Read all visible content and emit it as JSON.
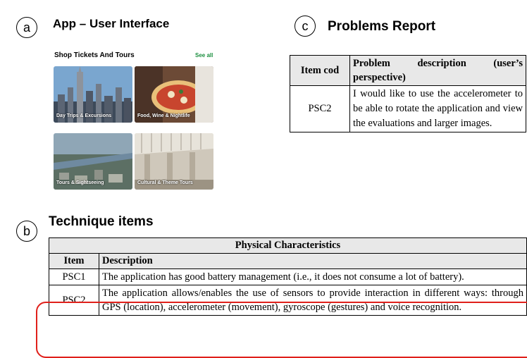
{
  "section_a": {
    "letter": "a",
    "title": "App – User Interface"
  },
  "app": {
    "header": "Shop Tickets And Tours",
    "see_all": "See all",
    "tiles": [
      {
        "label": "Day Trips & Excursions"
      },
      {
        "label": "Food, Wine & Nightlife"
      },
      {
        "label": "Tours & Sightseeing"
      },
      {
        "label": "Cultural & Theme Tours"
      }
    ]
  },
  "section_c": {
    "letter": "c",
    "title": "Problems Report"
  },
  "problems_table": {
    "header_item": "Item cod",
    "header_desc": "Problem description (user’s perspective)",
    "rows": [
      {
        "item": "PSC2",
        "description": "I would like to use the accelerometer to be able to rotate the application and view the evaluations and larger images."
      }
    ]
  },
  "section_b": {
    "letter": "b",
    "title": "Technique items"
  },
  "technique_table": {
    "group_header": "Physical Characteristics",
    "header_item": "Item",
    "header_desc": "Description",
    "rows": [
      {
        "item": "PSC1",
        "description": "The application has good battery management (i.e., it does not consume a lot of battery)."
      },
      {
        "item": "PSC2",
        "description": "The application allows/enables the use of sensors to provide interaction in different ways: through GPS (location), accelerometer (movement), gyroscope (gestures) and voice recognition."
      }
    ]
  },
  "colors": {
    "highlight": "#e0201b",
    "see_all": "#1b8f3f",
    "header_fill": "#e8e8e8"
  }
}
